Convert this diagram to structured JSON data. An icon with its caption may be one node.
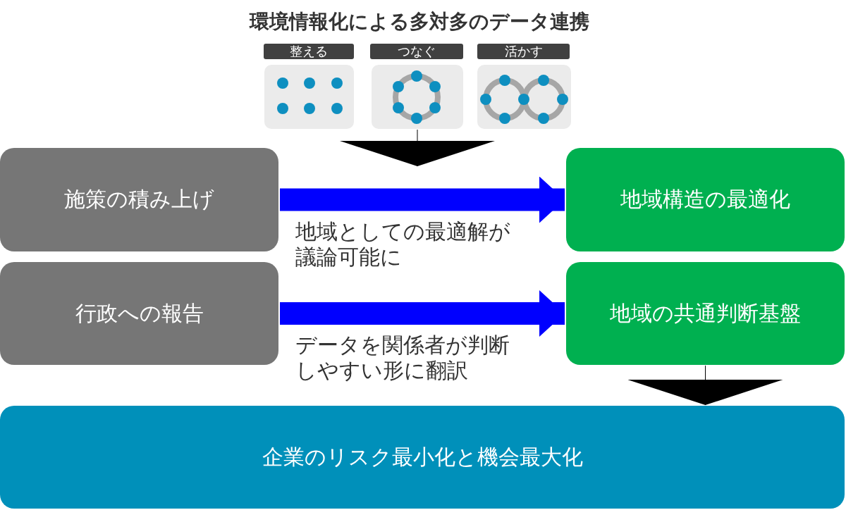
{
  "diagram": {
    "title": "環境情報化による多対多のデータ連携",
    "nodes": [
      {
        "text": [
          "整える"
        ]
      },
      {
        "text": [
          "つなぐ"
        ]
      },
      {
        "text": [
          "活かす"
        ]
      },
      {
        "text": [],
        "shape": "picture"
      },
      {
        "text": [],
        "shape": "picture"
      },
      {
        "text": [],
        "shape": "picture"
      },
      {
        "text": [
          "施策の積み上げ"
        ]
      },
      {
        "text": [
          "行政への報告"
        ]
      },
      {
        "text": [
          "地域構造の最適化"
        ]
      },
      {
        "text": [
          "地域の共通判断基盤"
        ]
      },
      {
        "text": [
          "企業のリスク最小化と機会最大化"
        ]
      }
    ],
    "edges": [
      {
        "from": 4,
        "to": null,
        "arrow": "to"
      },
      {
        "from": 6,
        "to": 8,
        "arrow": "to",
        "label": "地域としての最適解が議論可能に",
        "style": "thick",
        "color": "#0000ff"
      },
      {
        "from": 7,
        "to": 9,
        "arrow": "to",
        "label": "データを関係者が判断しやすい形に翻訳",
        "style": "thick",
        "color": "#0000ff"
      },
      {
        "from": 9,
        "to": 10,
        "arrow": "to"
      }
    ]
  }
}
